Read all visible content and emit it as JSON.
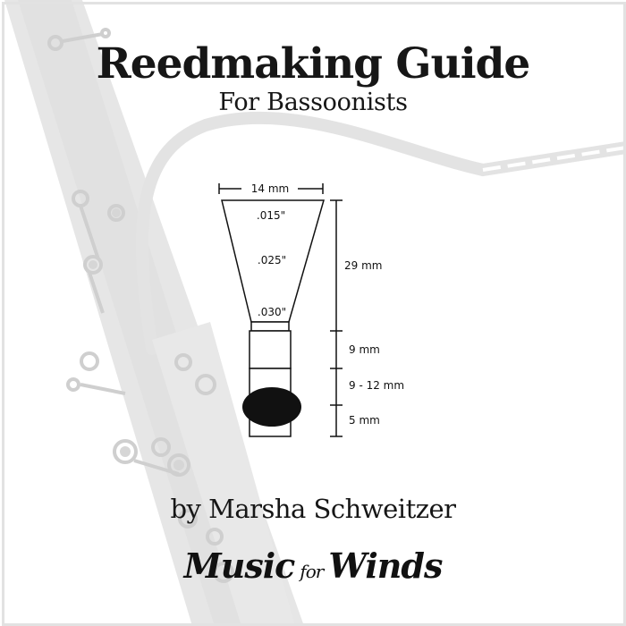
{
  "cover": {
    "title": "Reedmaking Guide",
    "subtitle": "For Bassoonists",
    "author": "by Marsha Schweitzer",
    "brand_music": "Music",
    "brand_for": "for",
    "brand_winds": "Winds"
  },
  "diagram": {
    "width_label": "14 mm",
    "thickness_labels": [
      ".015\"",
      ".025\"",
      ".030\""
    ],
    "length_labels": [
      "29 mm",
      "9 mm",
      "9 - 12 mm",
      "5 mm"
    ]
  },
  "colors": {
    "background": "#ffffff",
    "bassoon_silhouette": "#e6e6e6",
    "text": "#161616"
  }
}
